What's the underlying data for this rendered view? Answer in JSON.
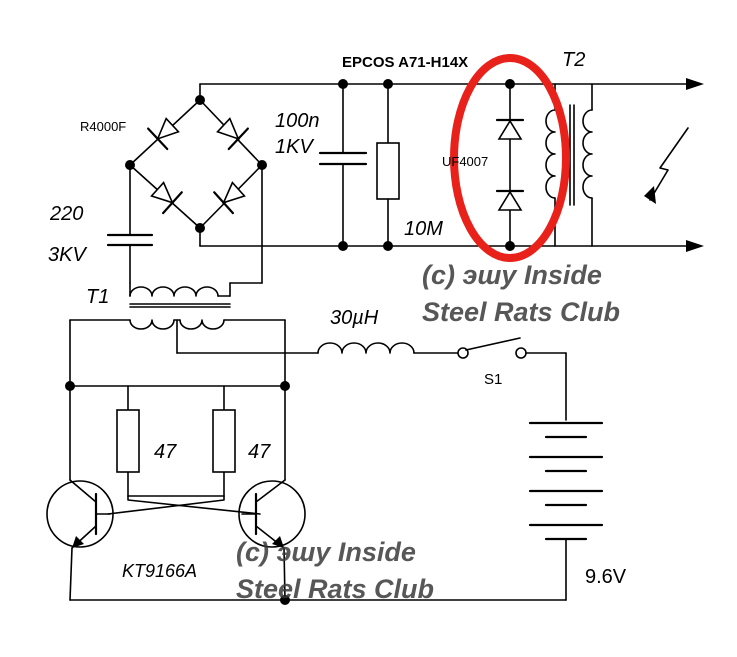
{
  "labels": {
    "capacitor_type": "EPCOS A71-H14X",
    "transformer2": "T2",
    "bridge_diode": "R4000F",
    "cap1_value": "100n",
    "cap1_voltage": "1KV",
    "diode_string": "UF4007",
    "cap2_value": "220",
    "cap2_voltage": "3KV",
    "resistor_hv": "10M",
    "transformer1": "T1",
    "inductor": "30µH",
    "switch": "S1",
    "base_resistor_left": "47",
    "base_resistor_right": "47",
    "transistor": "KT9166A",
    "battery": "9.6V"
  },
  "watermark": {
    "line1": "(c) эшу Inside",
    "line2": "Steel Rats Club"
  },
  "highlight_color": "#e8221a"
}
